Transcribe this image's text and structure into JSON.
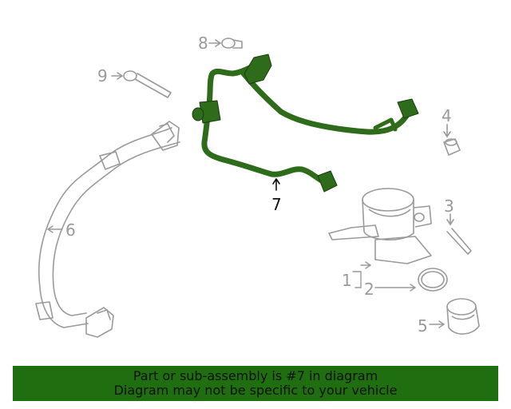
{
  "callouts": {
    "c1": "1",
    "c2": "2",
    "c3": "3",
    "c4": "4",
    "c5": "5",
    "c6": "6",
    "c7": "7",
    "c8": "8",
    "c9": "9"
  },
  "highlight_part": "7",
  "banner": {
    "line1": "Part or sub-assembly is #7 in diagram",
    "line2": "Diagram may not be specific to your vehicle"
  },
  "colors": {
    "highlight_fill": "#2e6b1a",
    "banner_bg": "#1f6e10",
    "outline": "#9a9a9a"
  }
}
